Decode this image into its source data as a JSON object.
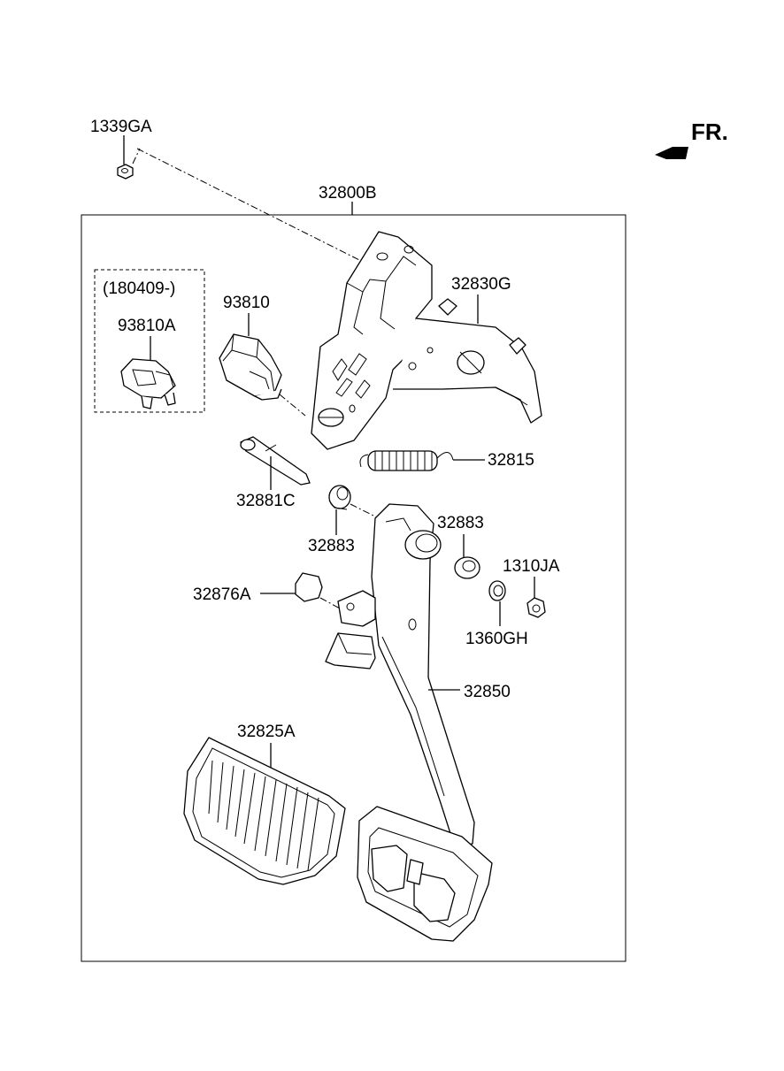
{
  "direction_marker": {
    "label": "FR."
  },
  "assembly": {
    "label": "32800B"
  },
  "variant_box": {
    "label": "(180409-)"
  },
  "parts": {
    "p1339ga": "1339GA",
    "p93810": "93810",
    "p93810a": "93810A",
    "p32830g": "32830G",
    "p32815": "32815",
    "p32881c": "32881C",
    "p32883_left": "32883",
    "p32883_right": "32883",
    "p1310ja": "1310JA",
    "p32876a": "32876A",
    "p1360gh": "1360GH",
    "p32850": "32850",
    "p32825a": "32825A"
  }
}
